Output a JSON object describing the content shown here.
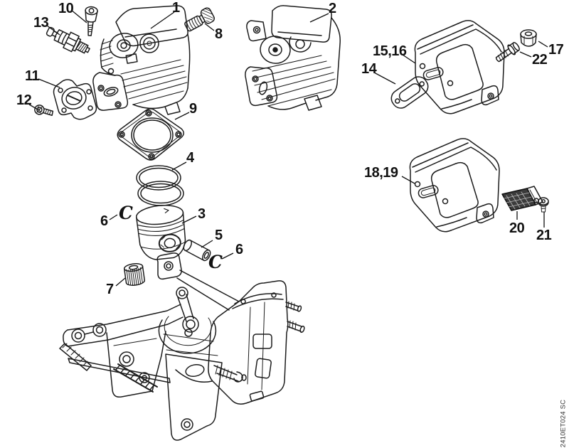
{
  "diagram": {
    "code": "2410ET024 SC",
    "clip_symbol": "C",
    "ink_color": "#1c1c1c",
    "screen_fill": "#3b3b3b",
    "callouts": {
      "n1": "1",
      "n2": "2",
      "n3": "3",
      "n4": "4",
      "n5": "5",
      "n6": "6",
      "n7": "7",
      "n8": "8",
      "n9": "9",
      "n10": "10",
      "n11": "11",
      "n12": "12",
      "n13": "13",
      "n14": "14",
      "n15_16": "15,16",
      "n17": "17",
      "n18_19": "18,19",
      "n20": "20",
      "n21": "21",
      "n22": "22"
    }
  }
}
